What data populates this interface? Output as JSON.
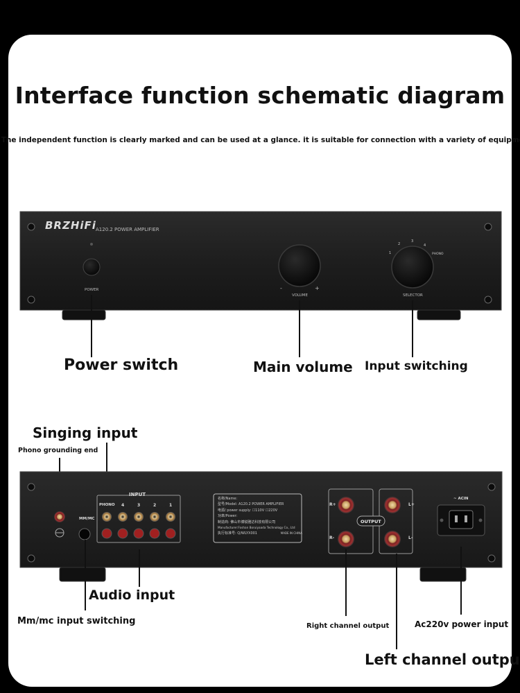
{
  "title": "Interface function schematic diagram",
  "subtitle": "The independent function is clearly marked and can be used at a glance. it is suitable for connection with a variety of equipment",
  "front_panel": {
    "brand": "BRZHiFi",
    "model": "A120.2 POWER AMPLIFIER",
    "power_label": "POWER",
    "volume_label": "VOLUME",
    "volume_minus": "-",
    "volume_plus": "+",
    "selector_label": "SELECTOR",
    "selector_positions": [
      "1",
      "2",
      "3",
      "4",
      "PHONO"
    ]
  },
  "front_callouts": {
    "power_switch": "Power switch",
    "main_volume": "Main volume",
    "input_switching": "Input switching"
  },
  "rear_panel": {
    "input_label": "INPUT",
    "input_channels": [
      "PHONO",
      "4",
      "3",
      "2",
      "1"
    ],
    "mmmc_label": "MM/MC",
    "output_label": "OUTPUT",
    "r_plus": "R+",
    "r_minus": "R-",
    "l_plus": "L+",
    "l_minus": "L-",
    "acin_label": "~ ACIN",
    "plate": {
      "line1": "名称/Name:",
      "line2": "型号/Model: A120.2 POWER AMPLIFIER",
      "line3": "电源/ power supply:  ☐110V  ☐220V",
      "line4": "功率/Power:",
      "line5": "制造商: 佛山市博锐雅达科技有限公司",
      "line6": "Manufacturer:Foshan Boruiyaada Technology Co., Ltd",
      "line7": "执行标准号: Q/WLYX001",
      "line8": "MADE IN CHINA"
    }
  },
  "rear_callouts": {
    "singing_input": "Singing input",
    "phono_grounding": "Phono grounding end",
    "audio_input": "Audio input",
    "mmmc_switching": "Mm/mc input switching",
    "right_channel": "Right channel output",
    "ac_power": "Ac220v power input",
    "left_channel": "Left channel output"
  }
}
